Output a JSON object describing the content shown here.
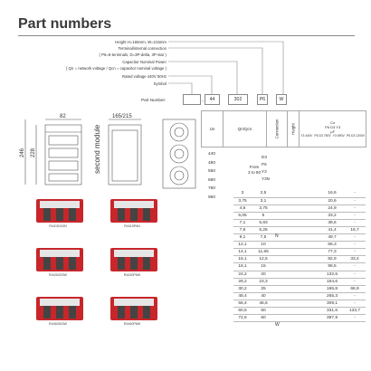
{
  "title": "Part numbers",
  "legend": [
    {
      "text": "Height H=165mm, W=215mm",
      "bold": false
    },
    {
      "text": "Terminal/internal connection",
      "bold": false
    },
    {
      "text": "( P6=6-terminals, D=3P-delta, 3P-star )",
      "bold": false
    },
    {
      "text": "Capacitor Nominal Power",
      "bold": false
    },
    {
      "text": "( Qn = network voltage / Qcn = capacitor nominal voltage )",
      "bold": false
    },
    {
      "text": "Rated voltage 440V 50Hz",
      "bold": false
    },
    {
      "text": "Symbol",
      "bold": false
    }
  ],
  "part_number": {
    "label": "Part Number:",
    "fields": [
      "",
      "44",
      "302",
      "P6",
      "W"
    ]
  },
  "drawing": {
    "dims": [
      "82",
      "165/215",
      "246",
      "228"
    ],
    "side_label": "second module"
  },
  "spec_header": {
    "un": "Un",
    "qn": "Qn/Qcn",
    "connection": "Connection",
    "height": "Height",
    "cn": "Cn",
    "cn_sub": [
      "P6 D3 Y3",
      "μF"
    ],
    "cn_cols": [
      "Y3 440V",
      "P6 D3 750V",
      "Y3 690V",
      "P6 D3 1200V"
    ]
  },
  "voltages": [
    "440",
    "480",
    "550",
    "690",
    "760",
    "950"
  ],
  "qn_range": [
    "From",
    "3 to 90"
  ],
  "connections": [
    "D3",
    "P6",
    "",
    "Y3",
    "Y3N"
  ],
  "rows": [
    {
      "a": "3",
      "b": "2,5",
      "c": "16,6",
      "d": "-"
    },
    {
      "a": "3,75",
      "b": "3,1",
      "c": "20,6",
      "d": "-"
    },
    {
      "a": "4,5",
      "b": "3,75",
      "c": "24,9",
      "d": "-"
    },
    {
      "a": "6,05",
      "b": "5",
      "c": "33,2",
      "d": "-"
    },
    {
      "a": "7,1",
      "b": "5,83",
      "c": "38,6",
      "d": "-"
    },
    {
      "a": "7,6",
      "b": "6,25",
      "c": "41,4",
      "d": "16,7"
    },
    {
      "a": "9,1",
      "b": "7,5",
      "c": "49,7",
      "d": "-"
    },
    {
      "a": "12,1",
      "b": "10",
      "c": "66,3",
      "d": "-"
    },
    {
      "a": "14,1",
      "b": "11,65",
      "c": "77,3",
      "d": "-"
    },
    {
      "a": "15,1",
      "b": "12,5",
      "c": "82,9",
      "d": "33,4"
    },
    {
      "a": "18,1",
      "b": "15",
      "c": "99,5",
      "d": "-"
    },
    {
      "a": "24,2",
      "b": "20",
      "c": "132,6",
      "d": "-"
    },
    {
      "a": "28,2",
      "b": "23,3",
      "c": "154,6",
      "d": "-"
    },
    {
      "a": "30,2",
      "b": "25",
      "c": "165,8",
      "d": "66,9"
    },
    {
      "a": "48,4",
      "b": "40",
      "c": "265,3",
      "d": "-"
    },
    {
      "a": "56,4",
      "b": "46,6",
      "c": "309,1",
      "d": "-"
    },
    {
      "a": "60,5",
      "b": "50",
      "c": "331,6",
      "d": "133,7"
    },
    {
      "a": "72,6",
      "b": "60",
      "c": "397,9",
      "d": "-"
    }
  ],
  "height_groups": [
    "N",
    "W"
  ],
  "products": [
    {
      "caption": "R4415103N"
    },
    {
      "caption": "R4415P6N"
    },
    {
      "caption": "R4430203W"
    },
    {
      "caption": "R4430P6W"
    },
    {
      "caption": "R4460503W"
    },
    {
      "caption": "R4460P6W"
    }
  ],
  "colors": {
    "accent": "#c8262b",
    "text": "#333333",
    "line": "#888888"
  }
}
